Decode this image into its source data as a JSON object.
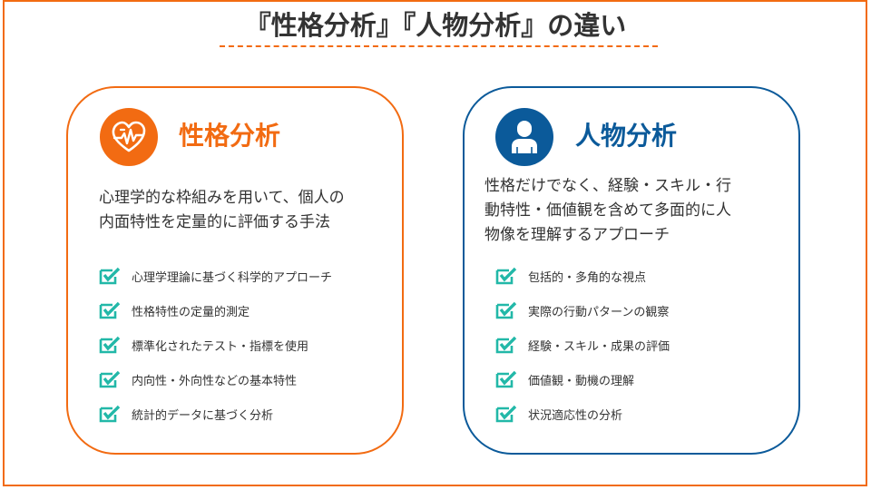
{
  "page": {
    "title": "『性格分析』『人物分析』の違い",
    "colors": {
      "accent_orange": "#f26b12",
      "accent_blue": "#0b5a9a",
      "check_teal": "#22b8a8",
      "text": "#333333"
    }
  },
  "cards": [
    {
      "title": "性格分析",
      "icon": "heartbeat-icon",
      "description": "心理学的な枠組みを用いて、個人の内面特性を定量的に評価する手法",
      "description_lines": [
        "心理学的な枠組みを用いて、個人の",
        "内面特性を定量的に評価する手法"
      ],
      "items": [
        {
          "icon": "checkbox-icon",
          "label": "心理学理論に基づく科学的アプローチ"
        },
        {
          "icon": "checkbox-icon",
          "label": "性格特性の定量的測定"
        },
        {
          "icon": "checkbox-icon",
          "label": "標準化されたテスト・指標を使用"
        },
        {
          "icon": "checkbox-icon",
          "label": "内向性・外向性などの基本特性"
        },
        {
          "icon": "checkbox-icon",
          "label": "統計的データに基づく分析"
        }
      ]
    },
    {
      "title": "人物分析",
      "icon": "person-icon",
      "description": "性格だけでなく、経験・スキル・行動特性・価値観を含めて多面的に人物像を理解するアプローチ",
      "description_lines": [
        "性格だけでなく、経験・スキル・行",
        "動特性・価値観を含めて多面的に人",
        "物像を理解するアプローチ"
      ],
      "items": [
        {
          "icon": "checkbox-icon",
          "label": "包括的・多角的な視点"
        },
        {
          "icon": "checkbox-icon",
          "label": "実際の行動パターンの観察"
        },
        {
          "icon": "checkbox-icon",
          "label": "経験・スキル・成果の評価"
        },
        {
          "icon": "checkbox-icon",
          "label": "価値観・動機の理解"
        },
        {
          "icon": "checkbox-icon",
          "label": "状況適応性の分析"
        }
      ]
    }
  ]
}
